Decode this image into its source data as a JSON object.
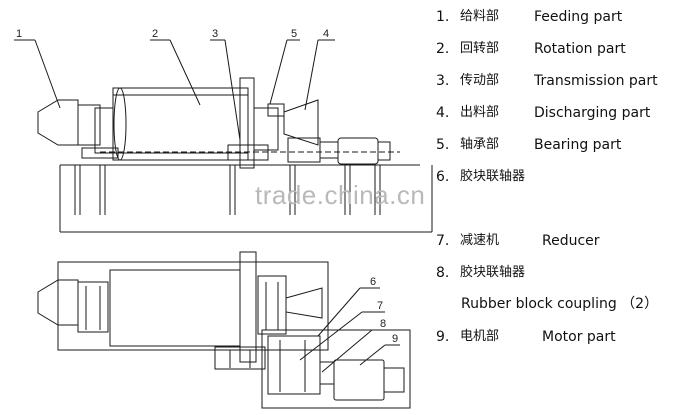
{
  "callouts_top": [
    "1",
    "2",
    "3",
    "5",
    "4"
  ],
  "callouts_bottom": [
    "6",
    "7",
    "8",
    "9"
  ],
  "watermark": "trade.china.cn",
  "legend": [
    {
      "num": "1.",
      "cn": "给料部",
      "en": "Feeding part"
    },
    {
      "num": "2.",
      "cn": "回转部",
      "en": "Rotation part"
    },
    {
      "num": "3.",
      "cn": "传动部",
      "en": "Transmission part"
    },
    {
      "num": "4.",
      "cn": "出料部",
      "en": "Discharging part"
    },
    {
      "num": "5.",
      "cn": "轴承部",
      "en": "Bearing part"
    },
    {
      "num": "6.",
      "cn": "胶块联轴器",
      "en": ""
    },
    {
      "num": "7.",
      "cn": "减速机",
      "en": "Reducer"
    },
    {
      "num": "8.",
      "cn": "胶块联轴器",
      "en": ""
    },
    {
      "num": "9.",
      "cn": "电机部",
      "en": "Motor part"
    }
  ],
  "legend_note_8": "Rubber block coupling （2）"
}
